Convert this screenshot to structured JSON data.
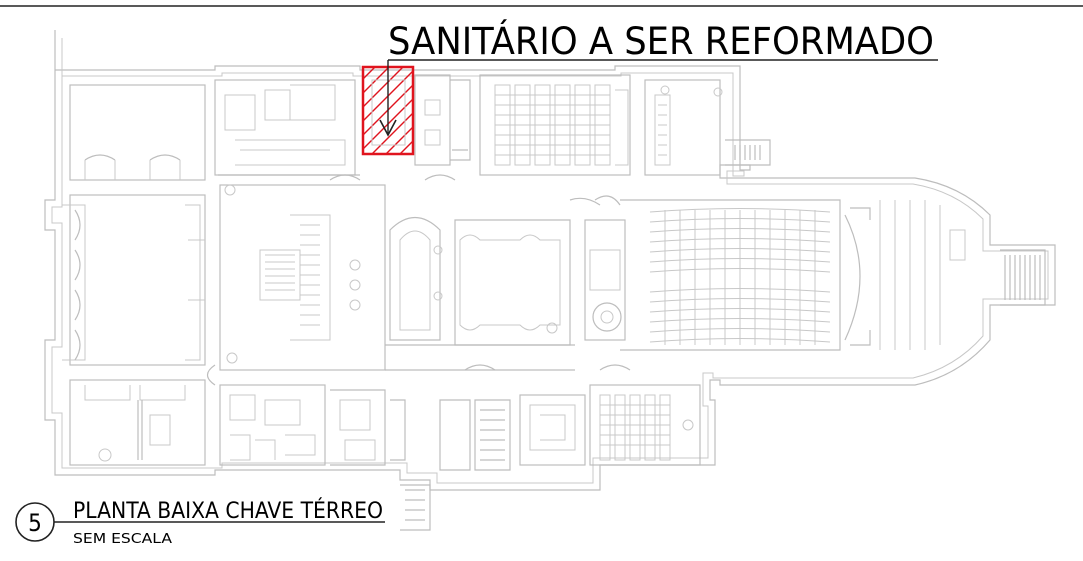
{
  "callout": {
    "title": "SANITÁRIO A SER REFORMADO"
  },
  "drawing": {
    "number": "5",
    "title": "PLANTA BAIXA CHAVE TÉRREO",
    "scale": "SEM ESCALA"
  },
  "colors": {
    "plan_lines": "#bdbdbd",
    "highlight": "#e0141e",
    "text": "#000000"
  }
}
